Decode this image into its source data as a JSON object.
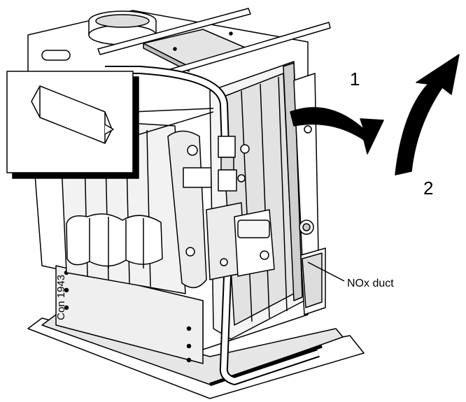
{
  "labels": {
    "step1": "1",
    "step2": "2",
    "nox_duct": "NOx duct",
    "figure_code": "Con 1943"
  },
  "colors": {
    "line": "#000000",
    "panel": "#ececec",
    "shade": "#bdbdbd",
    "arrow": "#000000"
  }
}
